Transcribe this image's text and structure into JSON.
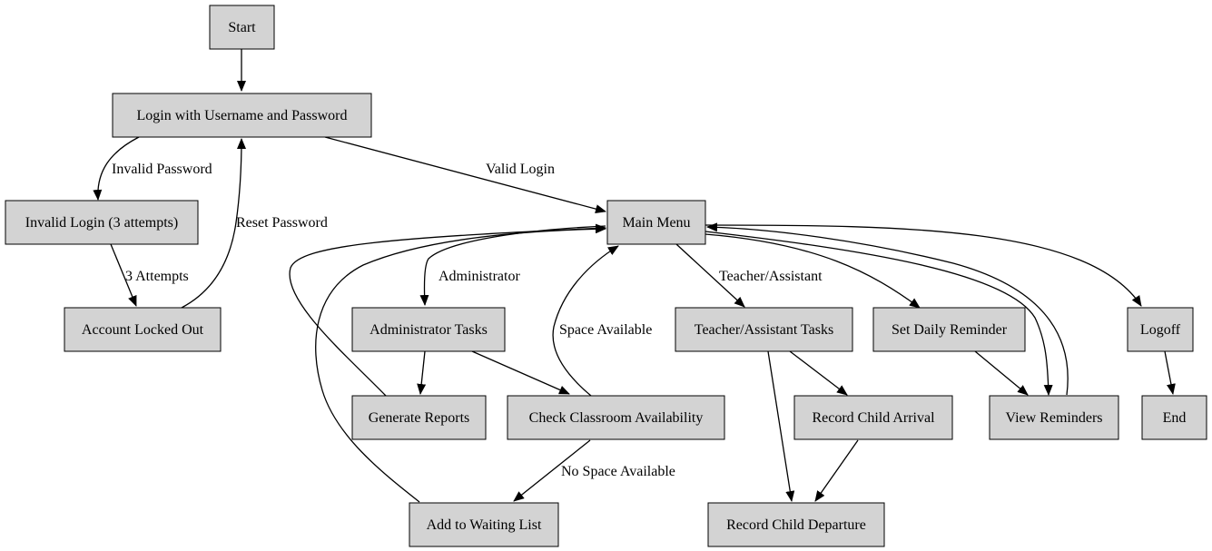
{
  "diagram": {
    "colors": {
      "node_fill": "#d3d3d3",
      "stroke": "#000000",
      "background": "#ffffff"
    },
    "nodes": {
      "start": "Start",
      "login": "Login with Username and Password",
      "invalid_login": "Invalid Login (3 attempts)",
      "locked_out": "Account Locked Out",
      "main_menu": "Main Menu",
      "admin_tasks": "Administrator Tasks",
      "teacher_tasks": "Teacher/Assistant Tasks",
      "set_reminder": "Set Daily Reminder",
      "logoff": "Logoff",
      "generate_reports": "Generate Reports",
      "check_classroom": "Check Classroom Availability",
      "record_arrival": "Record Child Arrival",
      "view_reminders": "View Reminders",
      "end": "End",
      "waiting_list": "Add to Waiting List",
      "record_departure": "Record Child Departure"
    },
    "edge_labels": {
      "invalid_password": "Invalid Password",
      "valid_login": "Valid Login",
      "reset_password": "Reset Password",
      "three_attempts": "3 Attempts",
      "administrator": "Administrator",
      "teacher_assistant": "Teacher/Assistant",
      "space_available": "Space Available",
      "no_space_available": "No Space Available"
    }
  }
}
